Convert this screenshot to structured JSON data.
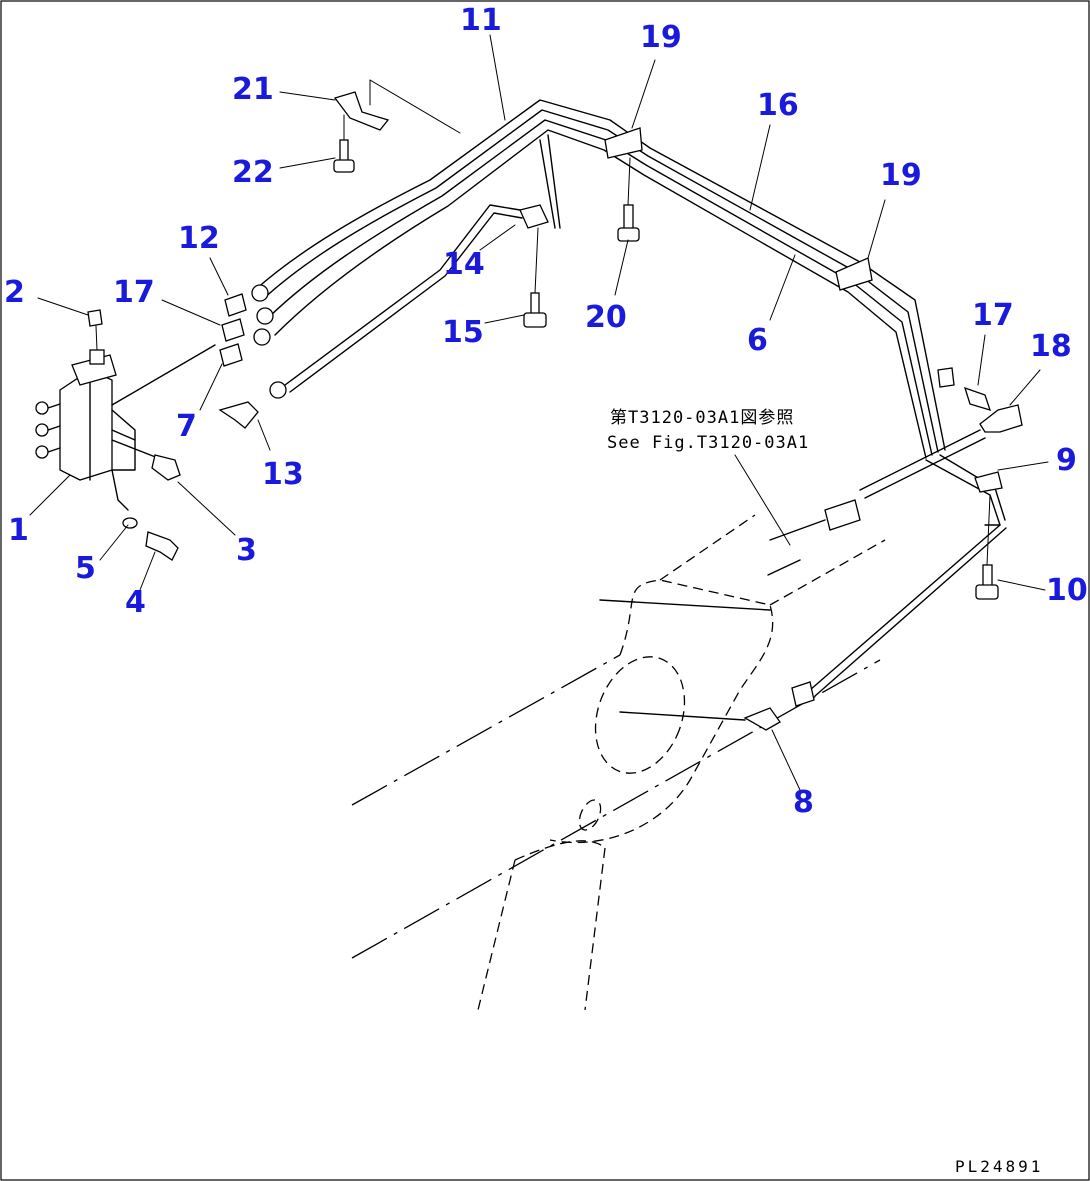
{
  "callouts": [
    {
      "id": "c1",
      "label": "1"
    },
    {
      "id": "c2",
      "label": "2"
    },
    {
      "id": "c3",
      "label": "3"
    },
    {
      "id": "c4",
      "label": "4"
    },
    {
      "id": "c5",
      "label": "5"
    },
    {
      "id": "c6",
      "label": "6"
    },
    {
      "id": "c7",
      "label": "7"
    },
    {
      "id": "c8",
      "label": "8"
    },
    {
      "id": "c9",
      "label": "9"
    },
    {
      "id": "c10",
      "label": "10"
    },
    {
      "id": "c11",
      "label": "11"
    },
    {
      "id": "c12",
      "label": "12"
    },
    {
      "id": "c13",
      "label": "13"
    },
    {
      "id": "c14",
      "label": "14"
    },
    {
      "id": "c15",
      "label": "15"
    },
    {
      "id": "c16",
      "label": "16"
    },
    {
      "id": "c17a",
      "label": "17"
    },
    {
      "id": "c17b",
      "label": "17"
    },
    {
      "id": "c18",
      "label": "18"
    },
    {
      "id": "c19a",
      "label": "19"
    },
    {
      "id": "c19b",
      "label": "19"
    },
    {
      "id": "c20",
      "label": "20"
    },
    {
      "id": "c21",
      "label": "21"
    },
    {
      "id": "c22",
      "label": "22"
    }
  ],
  "reference_note": {
    "jp": "第T3120-03A1図参照",
    "en": "See Fig.T3120-03A1"
  },
  "drawing_code": "PL24891",
  "colors": {
    "callout": "#1a1adc",
    "line": "#000000",
    "background": "#ffffff"
  }
}
